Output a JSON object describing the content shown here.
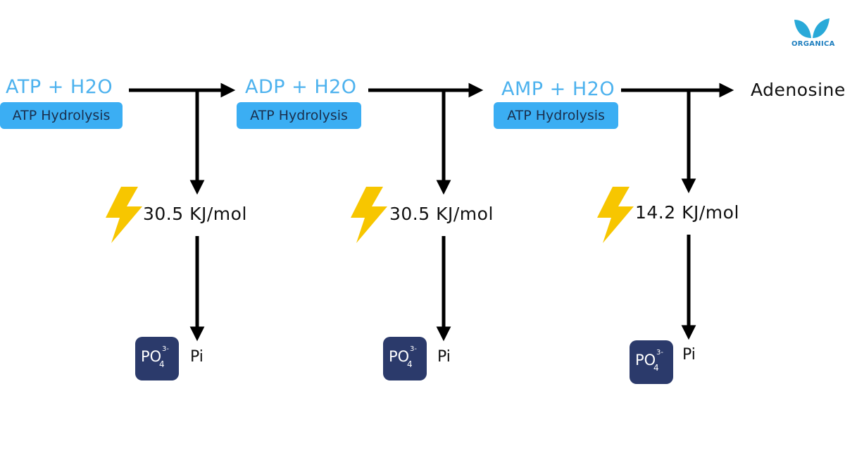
{
  "colors": {
    "reactant_text": "#4db2ee",
    "badge_bg": "#3baef3",
    "badge_text": "#1a2f4d",
    "phosphate_bg": "#2b3a6b",
    "bolt": "#f7c600",
    "arrow": "#000000",
    "logo": "#29a9d8"
  },
  "logo": {
    "text": "ORGANICA",
    "icon": "leaf-logo-icon"
  },
  "steps": [
    {
      "reactant": "ATP + H2O",
      "process": "ATP Hydrolysis",
      "energy": "30.5 KJ/mol",
      "byproduct": "Pi",
      "phosphate": {
        "main": "PO",
        "sub": "4",
        "sup": "3-"
      }
    },
    {
      "reactant": "ADP + H2O",
      "process": "ATP Hydrolysis",
      "energy": "30.5 KJ/mol",
      "byproduct": "Pi",
      "phosphate": {
        "main": "PO",
        "sub": "4",
        "sup": "3-"
      }
    },
    {
      "reactant": "AMP + H2O",
      "process": "ATP Hydrolysis",
      "energy": "14.2 KJ/mol",
      "byproduct": "Pi",
      "phosphate": {
        "main": "PO",
        "sub": "4",
        "sup": "3-"
      }
    }
  ],
  "final_product": "Adenosine"
}
